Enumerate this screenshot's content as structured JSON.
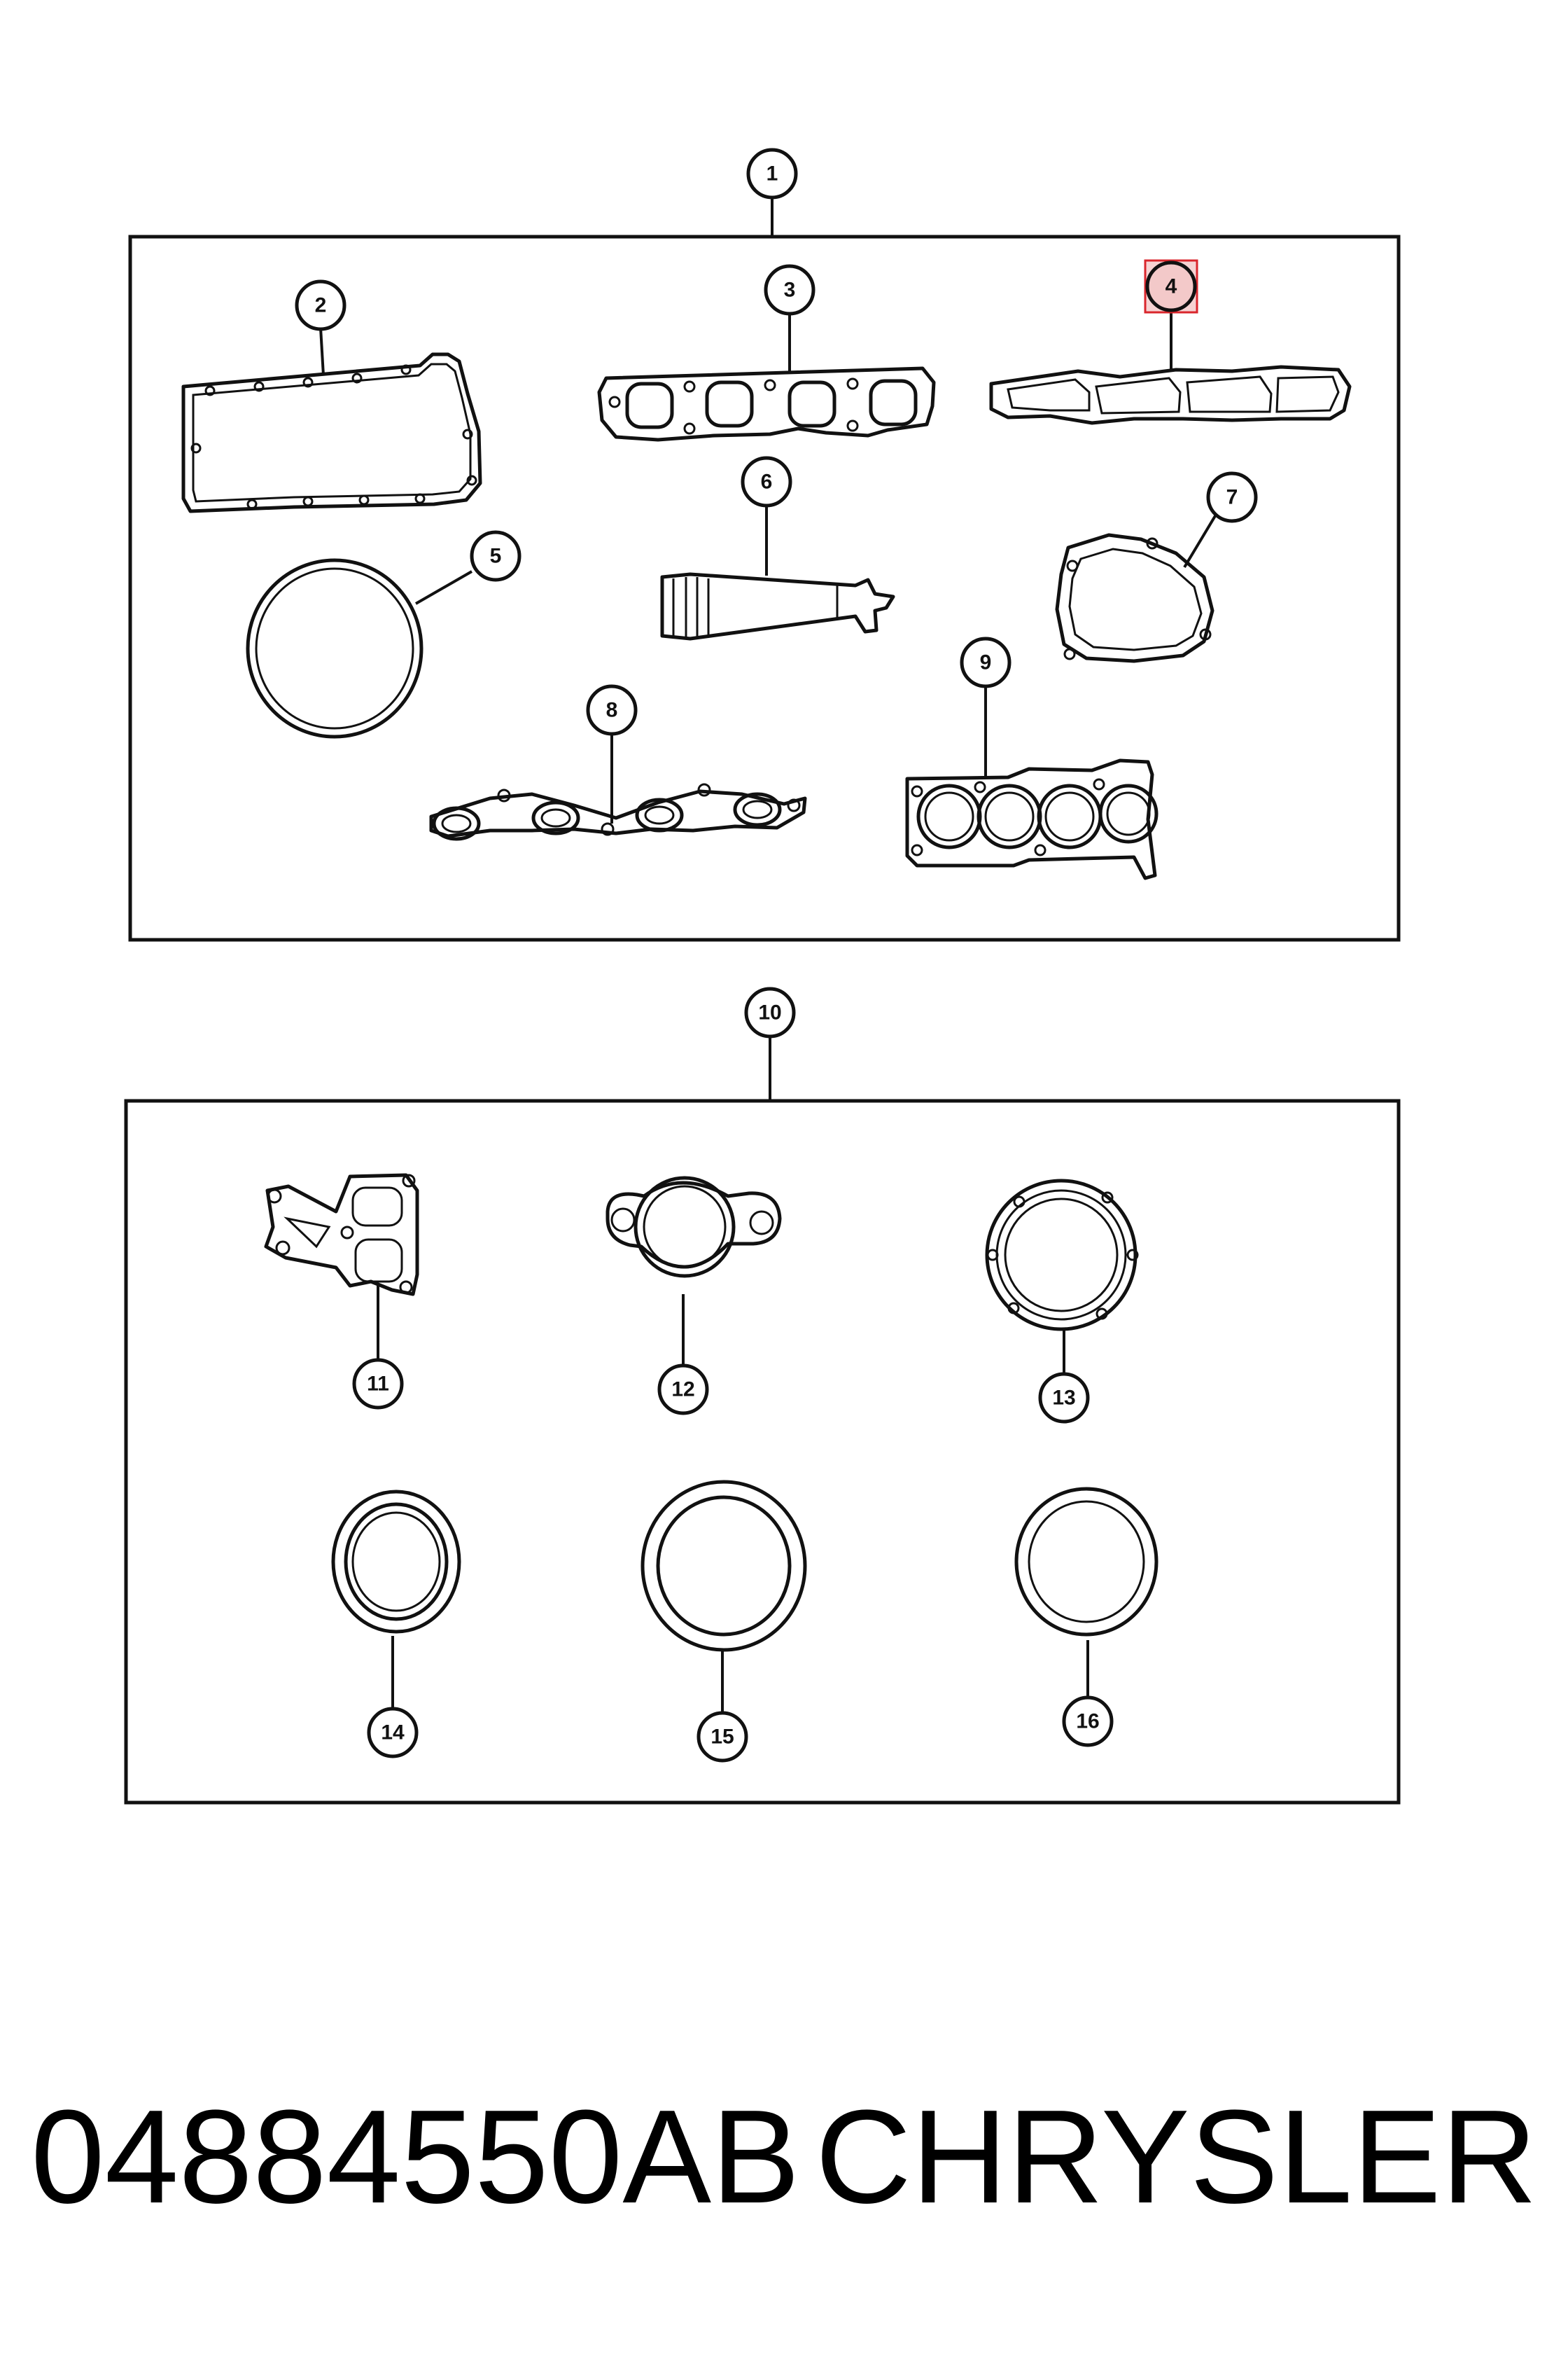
{
  "callouts": [
    {
      "id": 1,
      "label": "1"
    },
    {
      "id": 2,
      "label": "2"
    },
    {
      "id": 3,
      "label": "3"
    },
    {
      "id": 4,
      "label": "4",
      "highlighted": true
    },
    {
      "id": 5,
      "label": "5"
    },
    {
      "id": 6,
      "label": "6"
    },
    {
      "id": 7,
      "label": "7"
    },
    {
      "id": 8,
      "label": "8"
    },
    {
      "id": 9,
      "label": "9"
    },
    {
      "id": 10,
      "label": "10"
    },
    {
      "id": 11,
      "label": "11"
    },
    {
      "id": 12,
      "label": "12"
    },
    {
      "id": 13,
      "label": "13"
    },
    {
      "id": 14,
      "label": "14"
    },
    {
      "id": 15,
      "label": "15"
    },
    {
      "id": 16,
      "label": "16"
    }
  ],
  "footer": {
    "part_number": "04884550AB",
    "brand": "CHRYSLER"
  },
  "colors": {
    "line": "#111111",
    "highlight_fill": "#f6d3d3",
    "highlight_stroke": "#d9262c"
  }
}
